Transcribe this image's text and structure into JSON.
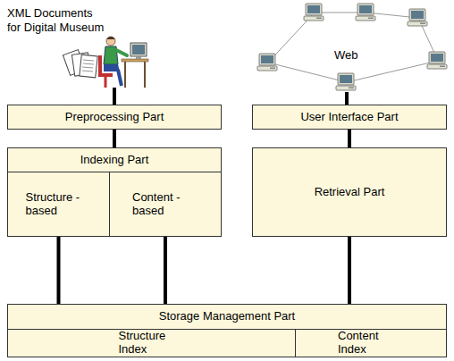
{
  "diagram": {
    "nodes": [
      {
        "text": [
          "Preprocessing Part"
        ]
      },
      {
        "text": [
          "User Interface Part"
        ]
      },
      {
        "text": [
          "Indexing Part"
        ]
      },
      {
        "text": [
          "Structure -based"
        ],
        "in": 2
      },
      {
        "text": [
          "Content -based"
        ],
        "in": 2
      },
      {
        "text": [
          "Retrieval Part"
        ]
      },
      {
        "text": [
          "Storage Management Part"
        ]
      },
      {
        "text": [
          "Structure Index"
        ],
        "in": 6
      },
      {
        "text": [
          "Content Index"
        ],
        "in": 6
      }
    ],
    "edges": [
      {
        "from": 0,
        "to": 2,
        "arrow": "none"
      },
      {
        "from": 1,
        "to": 5,
        "arrow": "none"
      },
      {
        "from": 3,
        "to": 6,
        "arrow": "none"
      },
      {
        "from": 4,
        "to": 6,
        "arrow": "none"
      },
      {
        "from": 5,
        "to": 6,
        "arrow": "none"
      }
    ],
    "labels": [
      "XML Documents for Digital Museum",
      "Web"
    ]
  }
}
